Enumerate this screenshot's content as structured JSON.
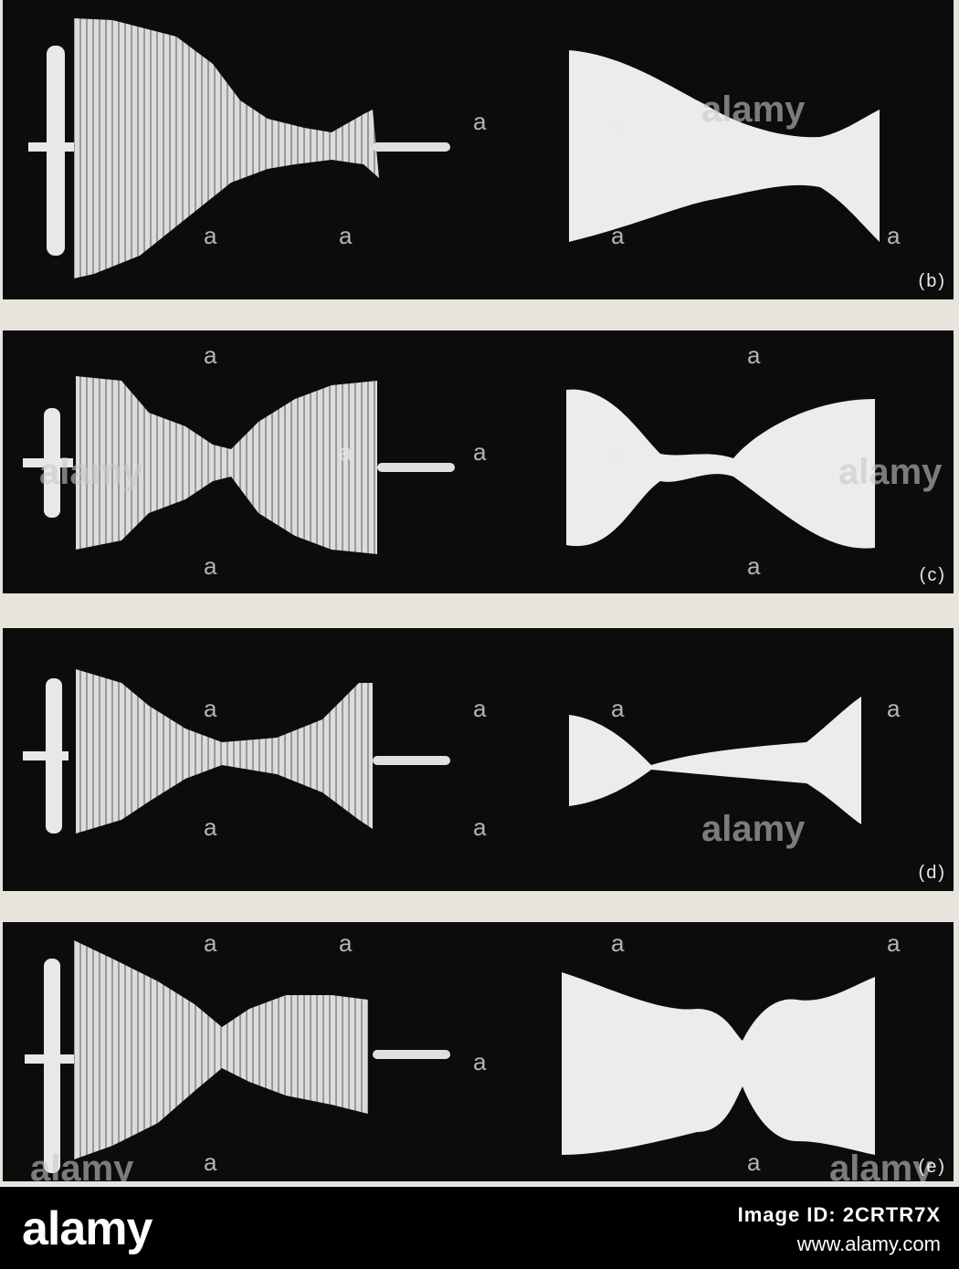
{
  "panels": [
    {
      "label": "(b)"
    },
    {
      "label": "(c)"
    },
    {
      "label": "(d)"
    },
    {
      "label": "(e)"
    }
  ],
  "watermark": {
    "letter": "a",
    "word": "alamy"
  },
  "footer": {
    "logo": "alamy",
    "image_id": "Image ID: 2CRTR7X",
    "url": "www.alamy.com"
  },
  "colors": {
    "background": "#e6e4db",
    "panel": "#0c0c0c",
    "shape": "#ececec"
  }
}
